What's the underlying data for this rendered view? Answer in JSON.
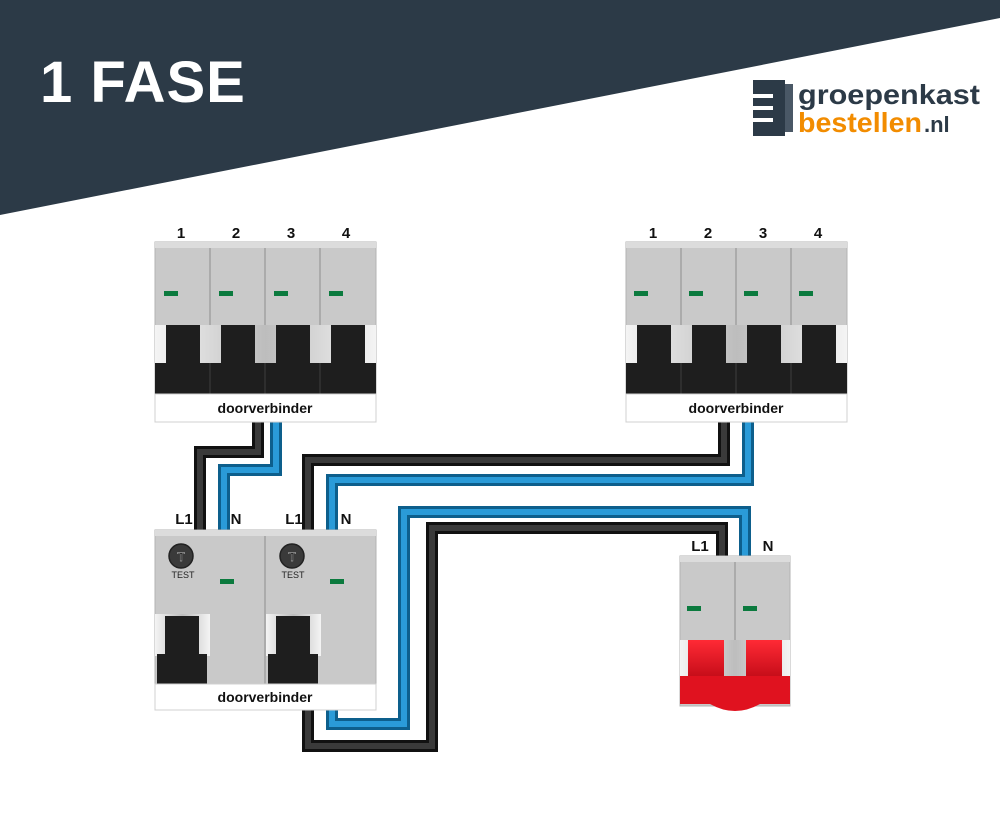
{
  "header": {
    "title": "1 FASE",
    "logo": {
      "word1": "groepenkast",
      "word2": "bestellen",
      "tld": ".nl"
    }
  },
  "colors": {
    "banner": "#2c3a47",
    "wire_black": "#2b2b2b",
    "wire_blue": "#2a9bd8",
    "module_gray": "#c9c9c9",
    "lever_black": "#1e1e1e",
    "indicator_green": "#0b7a3e",
    "switch_red": "#e0121f",
    "logo_orange": "#f28c00"
  },
  "breaker_left": {
    "terminals": [
      "1",
      "2",
      "3",
      "4"
    ],
    "connector_label": "doorverbinder"
  },
  "breaker_right": {
    "terminals": [
      "1",
      "2",
      "3",
      "4"
    ],
    "connector_label": "doorverbinder"
  },
  "rcd_bottom": {
    "units": [
      {
        "l1": "L1",
        "n": "N",
        "test": "TEST",
        "test_symbol": "T"
      },
      {
        "l1": "L1",
        "n": "N",
        "test": "TEST",
        "test_symbol": "T"
      }
    ],
    "connector_label": "doorverbinder"
  },
  "main_switch": {
    "l1": "L1",
    "n": "N"
  }
}
